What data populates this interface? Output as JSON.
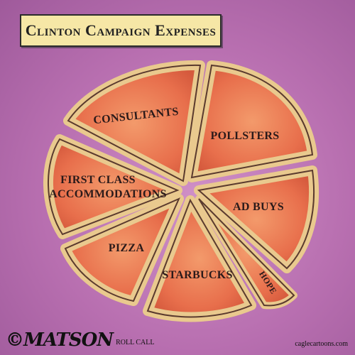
{
  "title": "Clinton Campaign Expenses",
  "slices": [
    {
      "label": "CONSULTANTS"
    },
    {
      "label": "POLLSTERS"
    },
    {
      "label_line1": "FIRST CLASS",
      "label_line2": "ACCOMMODATIONS"
    },
    {
      "label": "AD BUYS"
    },
    {
      "label": "PIZZA"
    },
    {
      "label": "STARBUCKS"
    },
    {
      "label": "HOPE"
    }
  ],
  "credits": {
    "artist_signature": "©MATSON",
    "publication": "ROLL CALL",
    "website": "caglecartoons.com"
  },
  "colors": {
    "background": "#b86fb0",
    "crust": "#e9c98e",
    "sauce": "#e86f4c",
    "title_box": "#f6e7a6"
  }
}
